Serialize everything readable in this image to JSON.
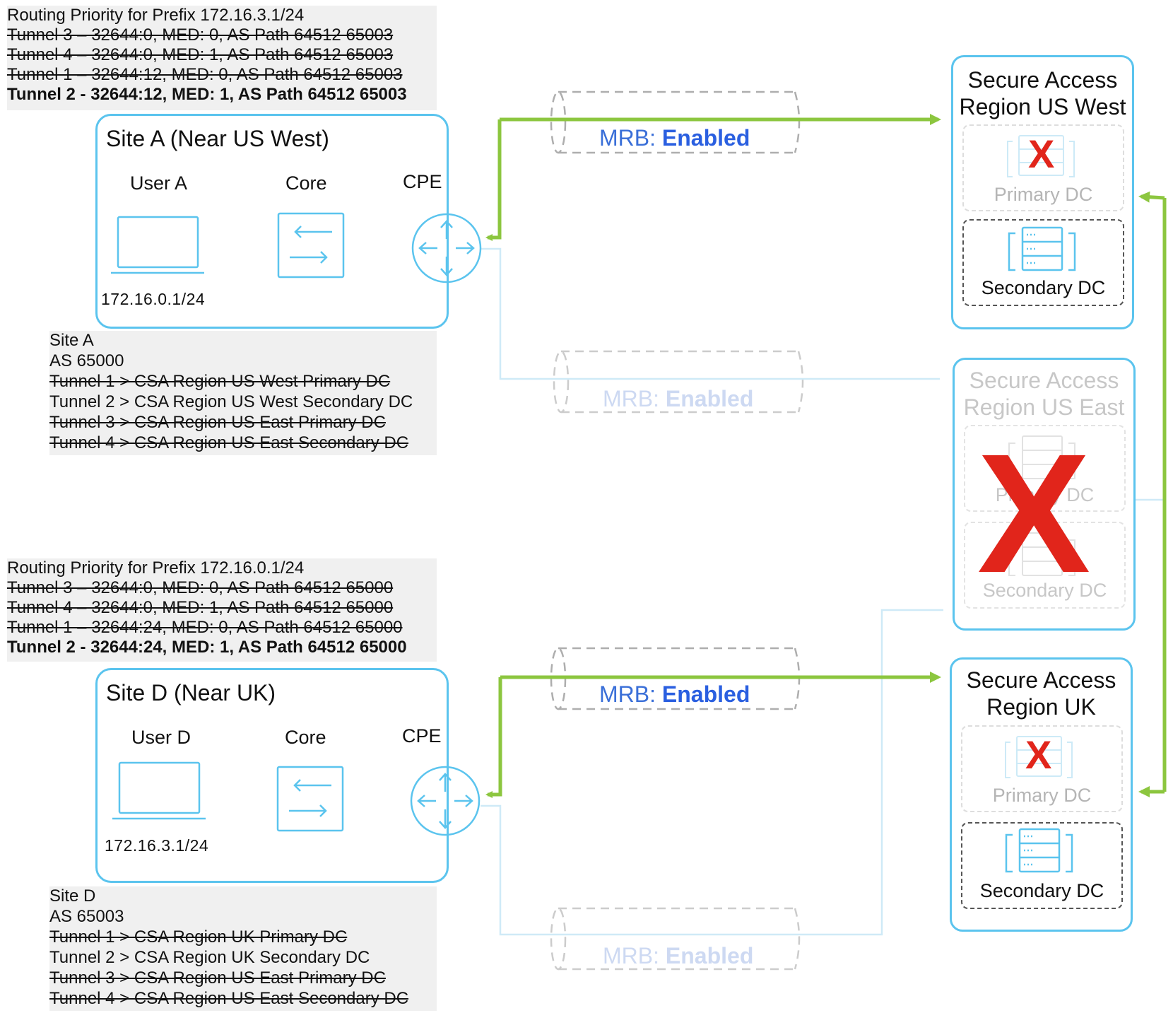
{
  "routing_a": {
    "title": "Routing Priority for Prefix 172.16.3.1/24",
    "lines": [
      "Tunnel 3 – 32644:0, MED: 0, AS Path 64512 65003",
      "Tunnel 4 – 32644:0, MED: 1, AS Path 64512 65003",
      "Tunnel 1 – 32644:12, MED: 0, AS Path 64512 65003",
      "Tunnel 2 - 32644:12, MED: 1, AS Path 64512 65003"
    ]
  },
  "routing_d": {
    "title": "Routing Priority for Prefix 172.16.0.1/24",
    "lines": [
      "Tunnel 3 – 32644:0, MED: 0, AS Path 64512 65000",
      "Tunnel 4 – 32644:0, MED: 1, AS Path 64512 65000",
      "Tunnel 1 – 32644:24, MED: 0, AS Path 64512 65000",
      "Tunnel 2 - 32644:24, MED: 1, AS Path 64512 65000"
    ]
  },
  "site_a": {
    "title": "Site A (Near US West)",
    "user_label": "User A",
    "core_label": "Core",
    "cpe_label": "CPE",
    "ip": "172.16.0.1/24",
    "info": {
      "name": "Site A",
      "as": "AS 65000",
      "tunnels": [
        "Tunnel 1 > CSA Region US West Primary DC",
        "Tunnel 2 > CSA Region US West Secondary DC",
        "Tunnel 3 > CSA Region US East Primary DC",
        "Tunnel 4 > CSA Region US East Secondary DC"
      ]
    }
  },
  "site_d": {
    "title": "Site D (Near UK)",
    "user_label": "User D",
    "core_label": "Core",
    "cpe_label": "CPE",
    "ip": "172.16.3.1/24",
    "info": {
      "name": "Site D",
      "as": "AS 65003",
      "tunnels": [
        "Tunnel 1 > CSA Region UK Primary DC",
        "Tunnel 2 > CSA Region UK Secondary DC",
        "Tunnel 3 > CSA Region US East Primary DC",
        "Tunnel 4 > CSA Region US East Secondary DC"
      ]
    }
  },
  "mrb": {
    "key": "MRB:",
    "value": "Enabled"
  },
  "regions": {
    "us_west": {
      "title_1": "Secure Access",
      "title_2": "Region US West",
      "primary": "Primary DC",
      "secondary": "Secondary DC"
    },
    "us_east": {
      "title_1": "Secure Access",
      "title_2": "Region US East",
      "primary": "Primary DC",
      "secondary": "Secondary DC"
    },
    "uk": {
      "title_1": "Secure Access",
      "title_2": "Region UK",
      "primary": "Primary DC",
      "secondary": "Secondary DC"
    }
  },
  "failure_mark": "X",
  "colors": {
    "accent_blue": "#5bc4ee",
    "active_green": "#8cc63f",
    "fail_red": "#e1251b",
    "mrb_blue": "#2a5fe0"
  },
  "icons": [
    "laptop-icon",
    "switch-icon",
    "router-icon",
    "server-icon",
    "fail-x-icon"
  ]
}
